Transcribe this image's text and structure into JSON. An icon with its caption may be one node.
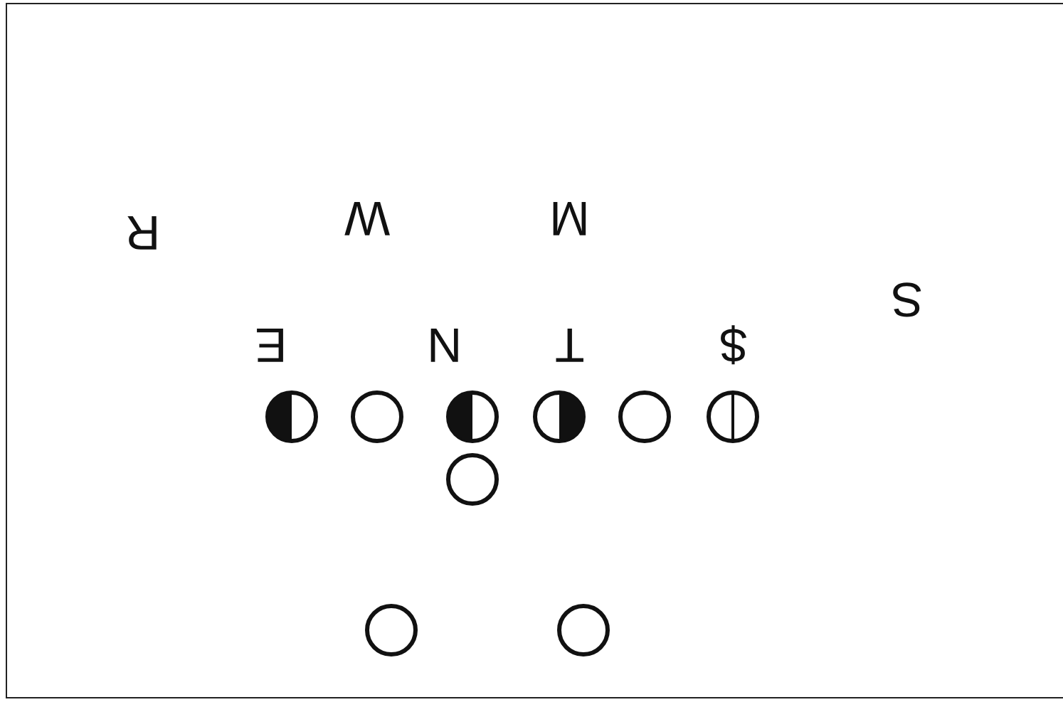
{
  "diagram": {
    "nodes": [
      {
        "text": [],
        "shape": "circle"
      },
      {
        "text": [],
        "shape": "circle"
      },
      {
        "text": [],
        "shape": "circle"
      },
      {
        "text": [],
        "shape": "circle"
      },
      {
        "text": [],
        "shape": "circle"
      },
      {
        "text": [],
        "shape": "circle"
      },
      {
        "text": [],
        "shape": "circle"
      },
      {
        "text": [],
        "shape": "circle"
      },
      {
        "text": [],
        "shape": "circle"
      }
    ],
    "labels": [
      "R",
      "W",
      "M",
      "S",
      "E",
      "N",
      "T",
      "$"
    ]
  }
}
